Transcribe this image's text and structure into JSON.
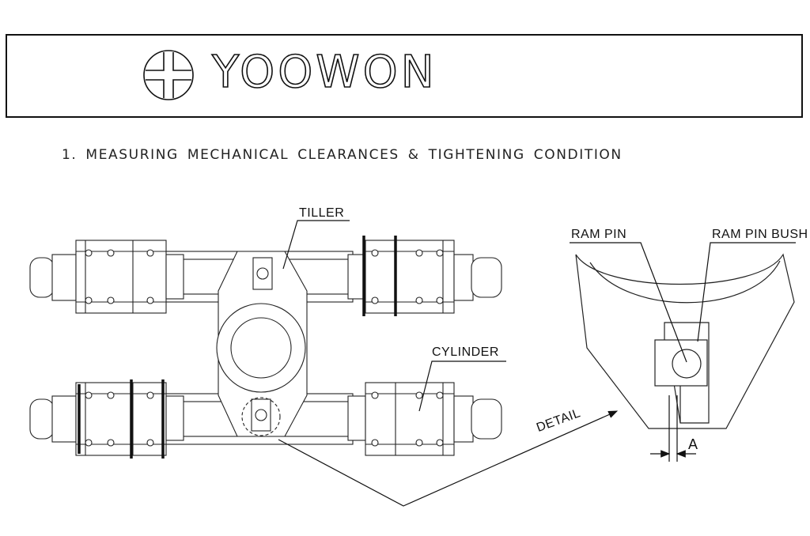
{
  "brand": {
    "name": "YOOWON"
  },
  "heading": "1. MEASURING MECHANICAL CLEARANCES & TIGHTENING CONDITION",
  "labels": {
    "tiller": "TILLER",
    "cylinder": "CYLINDER",
    "ram_pin": "RAM PIN",
    "ram_pin_bush": "RAM PIN BUSH",
    "detail": "DETAIL",
    "dimension_a": "A"
  }
}
